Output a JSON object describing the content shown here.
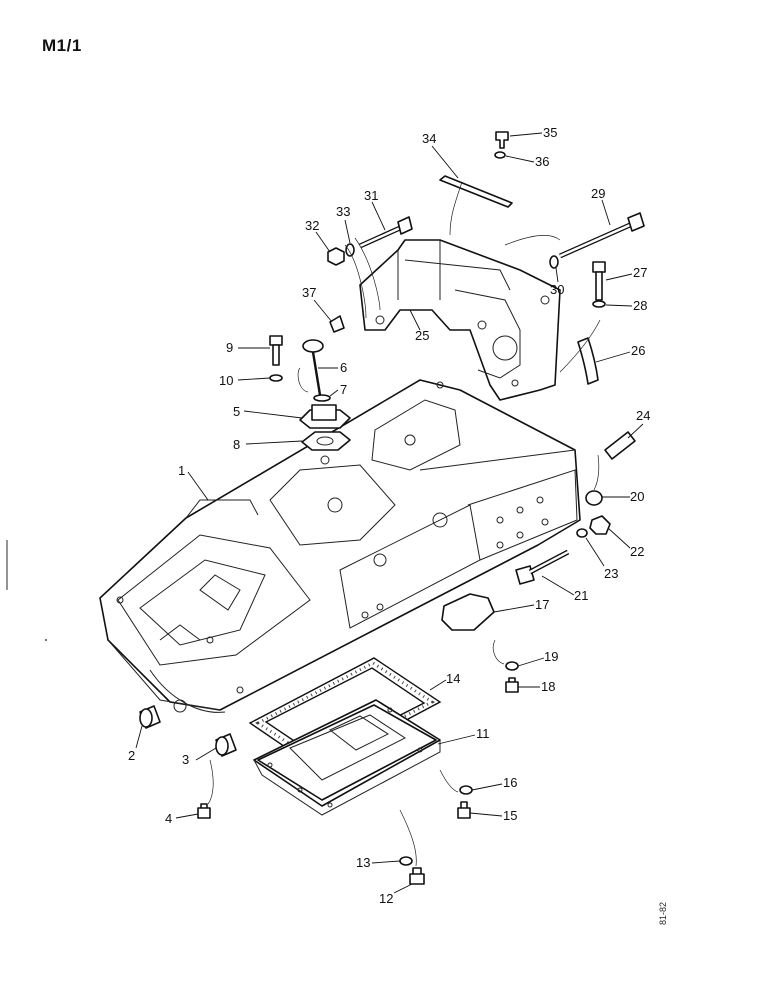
{
  "page": {
    "code": "M1/1",
    "reference": "81-82"
  },
  "diagram": {
    "type": "exploded-parts-view",
    "callouts": [
      "1",
      "2",
      "3",
      "4",
      "5",
      "6",
      "7",
      "8",
      "9",
      "10",
      "11",
      "12",
      "13",
      "14",
      "15",
      "16",
      "17",
      "18",
      "19",
      "20",
      "21",
      "22",
      "23",
      "24",
      "25",
      "26",
      "27",
      "28",
      "29",
      "30",
      "31",
      "32",
      "33",
      "34",
      "35",
      "36",
      "37"
    ]
  }
}
